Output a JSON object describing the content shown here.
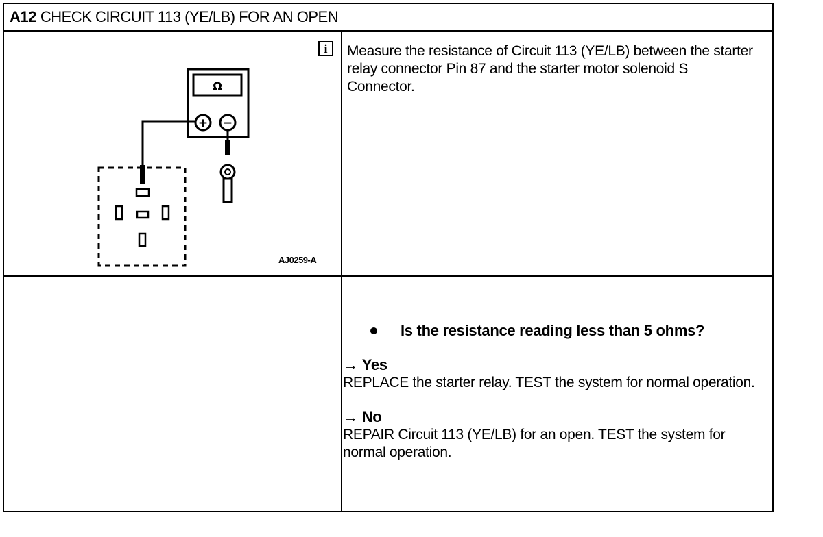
{
  "title": {
    "step": "A12",
    "text": "CHECK CIRCUIT 113 (YE/LB) FOR AN OPEN"
  },
  "figure": {
    "meter_symbol": "Ω",
    "plus": "+",
    "minus": "−",
    "figure_id": "AJ0259-A",
    "info_icon": "i"
  },
  "instruction": "Measure the resistance of Circuit 113 (YE/LB) between the starter relay connector Pin 87 and the starter motor solenoid S Connector.",
  "question": "Is the resistance reading less than 5 ohms?",
  "branches": [
    {
      "arrow": "→",
      "label": "Yes",
      "text": "REPLACE the starter relay. TEST the system for normal operation."
    },
    {
      "arrow": "→",
      "label": "No",
      "text": "REPAIR Circuit 113 (YE/LB) for an open. TEST the system for normal operation."
    }
  ]
}
